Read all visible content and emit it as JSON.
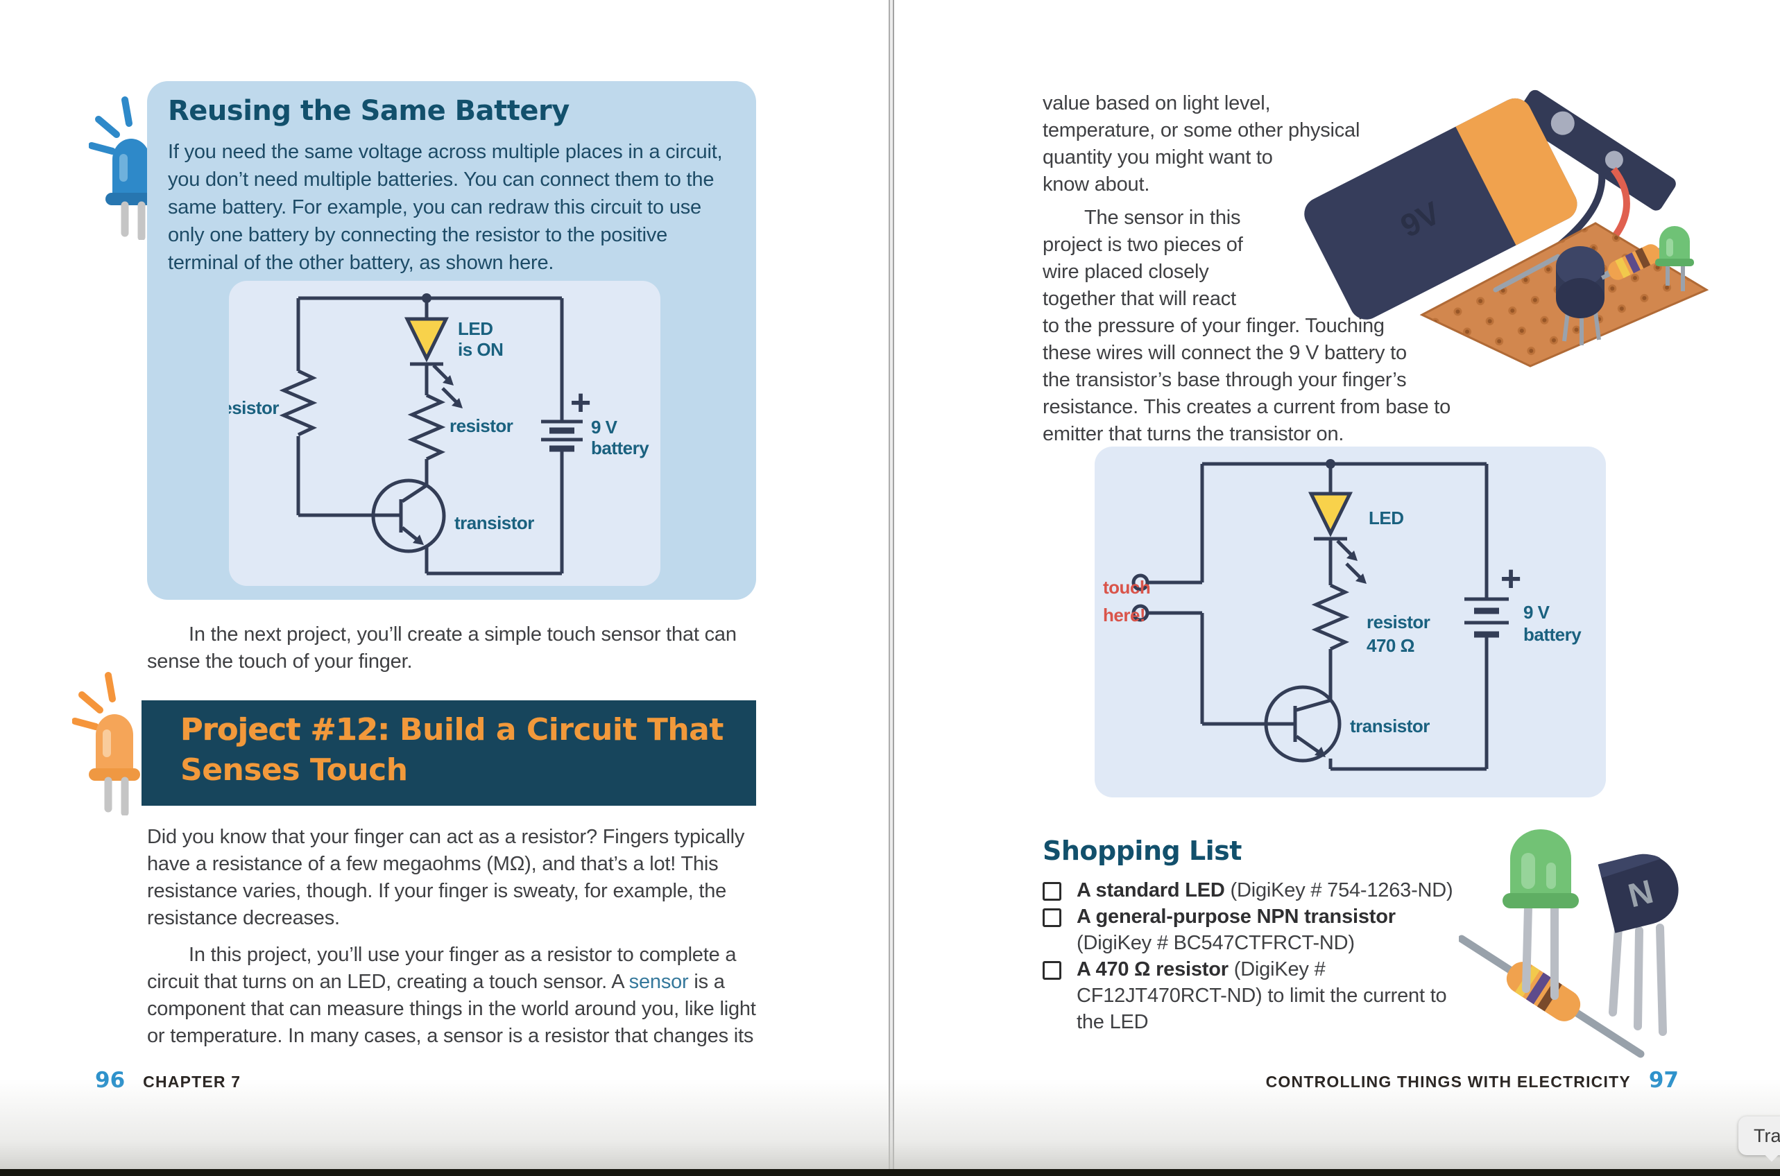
{
  "left_page": {
    "callout": {
      "title": "Reusing the Same Battery",
      "body": "If you need the same voltage across multiple places in a circuit, you don’t need multiple batteries. You can connect them to the same battery. For example, you can redraw this circuit to use only one battery by connecting the resistor to the positive terminal of the other battery, as shown here.",
      "diagram": {
        "led_line1": "LED",
        "led_line2": "is ON",
        "left_resistor": "resistor",
        "mid_resistor": "resistor",
        "transistor": "transistor",
        "plus": "+",
        "battery_line1": "9 V",
        "battery_line2": "battery"
      }
    },
    "interstitial": "In the next project, you’ll create a simple touch sensor that can sense the touch of your finger.",
    "banner": {
      "prefix": "Project #12:",
      "title_rest": " Build a Circuit That Senses Touch"
    },
    "para1": "Did you know that your finger can act as a resistor? Fingers typically have a resistance of a few megaohms (MΩ), and that’s a lot! This resistance varies, though. If your finger is sweaty, for example, the resistance decreases.",
    "para2": {
      "before": "In this project, you’ll use your finger as a resistor to complete a circuit that turns on an LED, creating a touch sensor. A ",
      "term": "sensor",
      "after": " is a component that can measure things in the world around you, like light or temperature. In many cases, a sensor is a resistor that changes its"
    },
    "footer": {
      "page_number": "96",
      "label": "CHAPTER 7"
    }
  },
  "right_page": {
    "para1": "value based on light level, temperature, or some other physical quantity you might want to know about.",
    "para2": "The sensor in this project is two pieces of wire placed closely together that will react to the pressure of your finger. Touching these wires will connect the 9 V battery to the transistor’s base through your finger’s resistance. This creates a current from base to emitter that turns the transistor on.",
    "illustration": {
      "battery_label": "9V"
    },
    "diagram": {
      "touch_line1": "touch",
      "touch_line2": "here!",
      "led": "LED",
      "resistor_line1": "resistor",
      "resistor_line2": "470 Ω",
      "transistor": "transistor",
      "plus": "+",
      "battery_line1": "9 V",
      "battery_line2": "battery"
    },
    "shopping": {
      "heading": "Shopping List",
      "items": [
        {
          "bold": "A standard LED",
          "rest": " (DigiKey # 754-1263-ND)"
        },
        {
          "bold": "A general-purpose NPN transistor",
          "rest": " (DigiKey # BC547CTFRCT-ND)"
        },
        {
          "bold": "A 470 Ω resistor",
          "rest": " (DigiKey # CF12JT470RCT-ND) to limit the current to the LED"
        }
      ],
      "components_illustration": {
        "transistor_marking": "N"
      }
    },
    "footer": {
      "label": "CONTROLLING THINGS WITH ELECTRICITY",
      "page_number": "97"
    }
  },
  "overlay": {
    "tooltip": "Tra"
  },
  "icons": {
    "callout_icon": "glowing-led-icon-blue",
    "banner_icon": "glowing-led-icon-orange"
  },
  "colors": {
    "callout_bg": "#BFD9EC",
    "diagram_bg": "#E0E9F6",
    "banner_bg": "#17455C",
    "heading_teal": "#12506C",
    "banner_orange": "#F2993B",
    "body_text": "#3F4043",
    "accent_blue": "#2E92CB",
    "touch_red": "#D9544A",
    "circuit_stroke": "#333D56",
    "circuit_label": "#1A617F",
    "led_yellow": "#F8D24B"
  }
}
